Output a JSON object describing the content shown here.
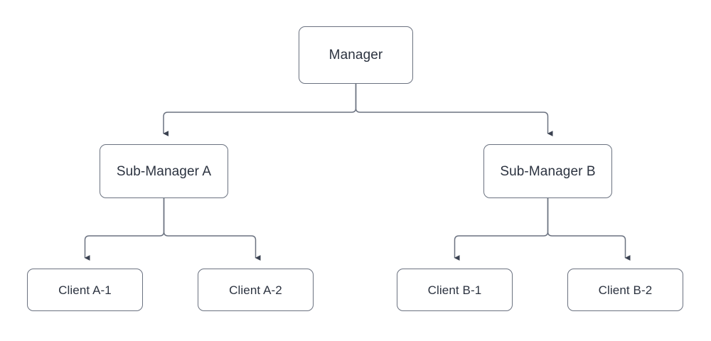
{
  "diagram": {
    "type": "org-chart",
    "title": "",
    "orientation": "top-down",
    "colors": {
      "background": "#ffffff",
      "node_fill": "#ffffff",
      "node_stroke": "#6b7280",
      "text": "#2c3340",
      "edge_stroke": "#6b7280",
      "arrowhead_fill": "#3b4251"
    },
    "nodes": [
      {
        "id": "manager",
        "label": "Manager",
        "level": 0
      },
      {
        "id": "sub_a",
        "label": "Sub-Manager A",
        "level": 1
      },
      {
        "id": "sub_b",
        "label": "Sub-Manager B",
        "level": 1
      },
      {
        "id": "client_a1",
        "label": "Client A-1",
        "level": 2
      },
      {
        "id": "client_a2",
        "label": "Client A-2",
        "level": 2
      },
      {
        "id": "client_b1",
        "label": "Client B-1",
        "level": 2
      },
      {
        "id": "client_b2",
        "label": "Client B-2",
        "level": 2
      }
    ],
    "edges": [
      {
        "from": "manager",
        "to": "sub_a",
        "style": "orthogonal",
        "arrow": "end"
      },
      {
        "from": "manager",
        "to": "sub_b",
        "style": "orthogonal",
        "arrow": "end"
      },
      {
        "from": "sub_a",
        "to": "client_a1",
        "style": "orthogonal",
        "arrow": "end"
      },
      {
        "from": "sub_a",
        "to": "client_a2",
        "style": "orthogonal",
        "arrow": "end"
      },
      {
        "from": "sub_b",
        "to": "client_b1",
        "style": "orthogonal",
        "arrow": "end"
      },
      {
        "from": "sub_b",
        "to": "client_b2",
        "style": "orthogonal",
        "arrow": "end"
      }
    ]
  }
}
